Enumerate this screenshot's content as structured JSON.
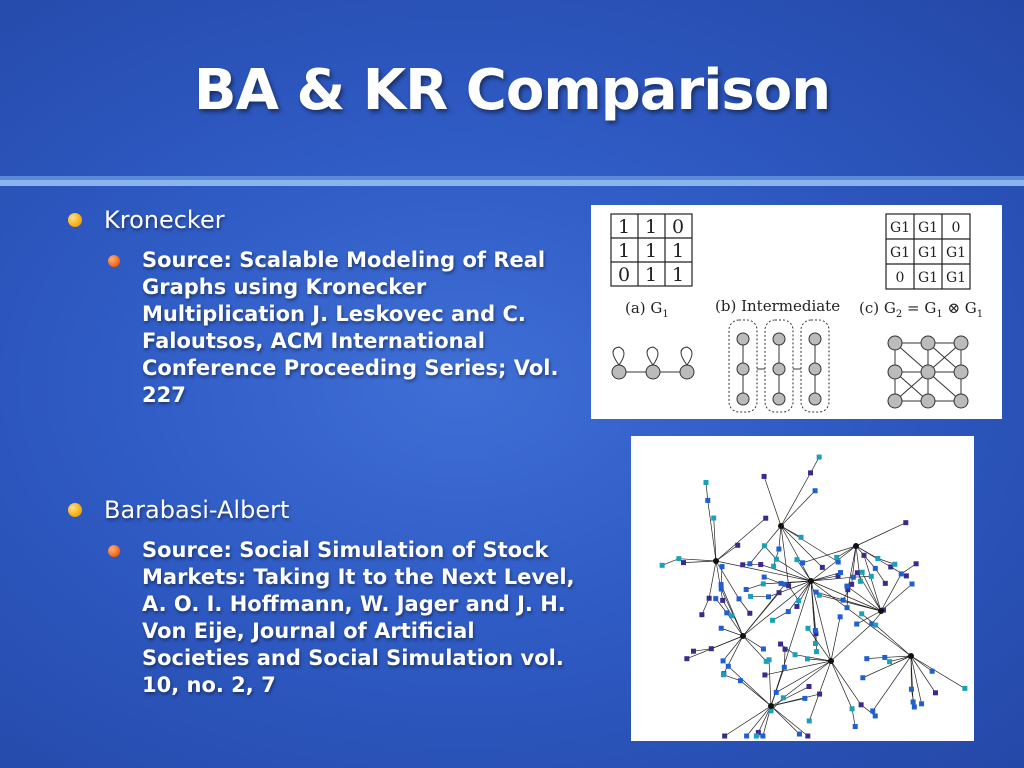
{
  "slide": {
    "title": "BA & KR Comparison"
  },
  "bullets": [
    {
      "heading": "Kronecker",
      "source": "Source: Scalable Modeling of Real Graphs using Kronecker Multiplication J. Leskovec and C. Faloutsos, ACM International Conference Proceeding Series; Vol. 227"
    },
    {
      "heading": "Barabasi-Albert",
      "source": "Source:  Social Simulation of Stock Markets: Taking It to the Next Level, A. O. I. Hoffmann, W. Jager and J. H. Von Eije, Journal of Artificial Societies and Social Simulation vol. 10, no. 2, 7"
    }
  ],
  "kronecker_figure": {
    "matrix": [
      [
        "1",
        "1",
        "0"
      ],
      [
        "1",
        "1",
        "1"
      ],
      [
        "0",
        "1",
        "1"
      ]
    ],
    "block_matrix": [
      [
        "G1",
        "G1",
        "0"
      ],
      [
        "G1",
        "G1",
        "G1"
      ],
      [
        "0",
        "G1",
        "G1"
      ]
    ],
    "caption_a": "(a) G",
    "caption_a_sub": "1",
    "caption_b": "(b) Intermediate",
    "caption_c": "(c) G",
    "caption_c_sub1": "2",
    "caption_c_eq": " = G",
    "caption_c_sub2": "1",
    "caption_c_op": " ⊗ G",
    "caption_c_sub3": "1"
  },
  "colors": {
    "background": "#2f5bc4",
    "bullet_l1": "#f7b21a",
    "bullet_l2": "#f26b1d",
    "network_nodes": [
      "#1f5fd0",
      "#3a2a8c",
      "#1aa0b8"
    ]
  }
}
